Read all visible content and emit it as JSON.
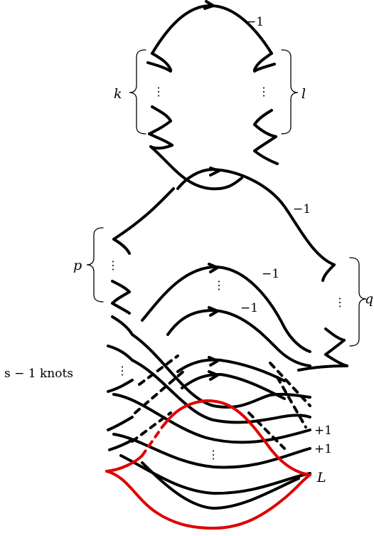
{
  "colors": {
    "strand": "#000000",
    "highlight": "#e00000"
  },
  "labels": {
    "k": "k",
    "l": "l",
    "p": "p",
    "q": "q",
    "L": "L",
    "s_knots": "s − 1 knots",
    "framings": {
      "top_loop": "−1",
      "middle_loop": "−1",
      "inner_upper": "−1",
      "inner_lower": "−1",
      "plus_upper": "+1",
      "plus_lower": "+1"
    }
  },
  "dots": {
    "vertical": "⋮"
  }
}
